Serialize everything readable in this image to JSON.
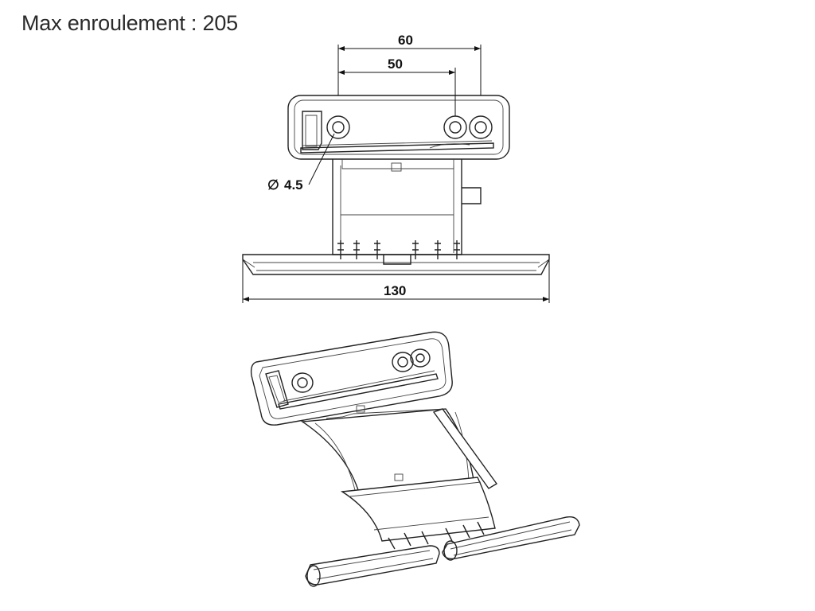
{
  "title": "Max enroulement : 205",
  "dimensions": {
    "d60": "60",
    "d50": "50",
    "d130": "130",
    "hole_symbol": "∅",
    "hole": "4.5"
  },
  "views": {
    "front": "front-view-drawing",
    "iso": "isometric-view-drawing"
  }
}
